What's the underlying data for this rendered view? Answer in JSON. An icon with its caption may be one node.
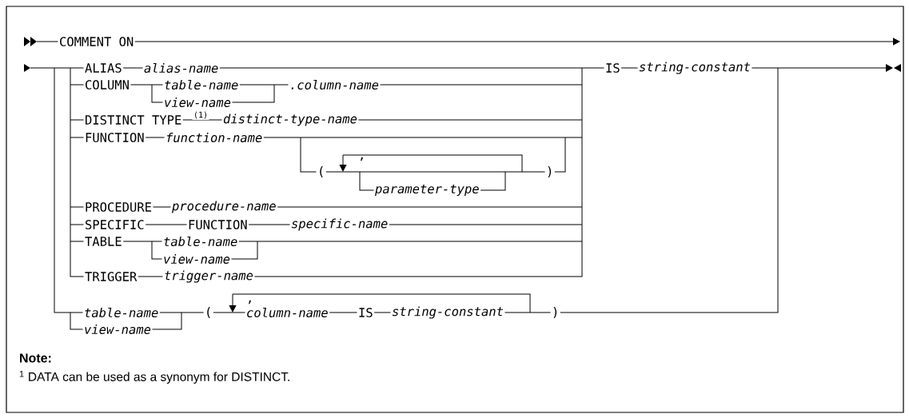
{
  "diagram": {
    "labels": [
      "COMMENT ON",
      "ALIAS",
      "alias-name",
      "IS",
      "string-constant",
      "COLUMN",
      "table-name",
      ".column-name",
      "view-name",
      "DISTINCT TYPE",
      "(1)",
      "distinct-type-name",
      "FUNCTION",
      "function-name",
      ",",
      "(",
      ")",
      "parameter-type",
      "PROCEDURE",
      "procedure-name",
      "SPECIFIC",
      "FUNCTION",
      "specific-name",
      "TABLE",
      "table-name",
      "view-name",
      "TRIGGER",
      "trigger-name",
      ",",
      "table-name",
      "(",
      "column-name",
      "IS",
      "string-constant",
      ")",
      "view-name",
      "Note:",
      "$^{1}$ DATA can be used as a synonym for DISTINCT."
    ]
  }
}
